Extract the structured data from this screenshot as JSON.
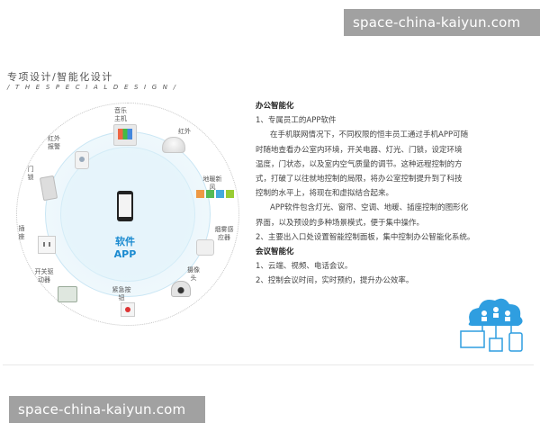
{
  "watermarks": {
    "top": "space-china-kaiyun.com",
    "bottom": "space-china-kaiyun.com"
  },
  "heading": {
    "cn": "专项设计/智能化设计",
    "en": "/ T H E  S P E C I A L  D E S I G N /"
  },
  "diagram": {
    "center_label_line1": "软件",
    "center_label_line2": "APP",
    "nodes": {
      "music": "音乐主机",
      "infrared": "红外报警",
      "red_outside": "红外",
      "floor_heat": "地暖新风",
      "door_lock": "门锁",
      "smoke": "烟雾感应器",
      "socket": "插座",
      "switch": "开关驱动器",
      "camera": "摄像头",
      "emergency": "紧急按钮"
    }
  },
  "content": {
    "section1_title": "办公智能化",
    "item1": "1、专属员工的APP软件",
    "para1_lines": [
      "在手机联网情况下，不同权限的恒丰员工通过手机APP可随",
      "时随地查看办公室内环境，开关电器、灯光、门锁，设定环境",
      "温度，门状态，以及室内空气质量的调节。这种远程控制的方",
      "式，打破了以往就地控制的局限，将办公室控制提升到了科技",
      "控制的水平上，将现在和虚拟结合起来。"
    ],
    "para2_lines": [
      "APP软件包含灯光、窗帘、空调、地暖、插座控制的图形化",
      "界面，以及预设的多种场景模式，便于集中操作。"
    ],
    "item2": "2、主要出入口处设置智能控制面板，集中控制办公智能化系统。",
    "section2_title": "会议智能化",
    "meeting_item1": "1、云端、视频、电话会议。",
    "meeting_item2": "2、控制会议时间，实时预约，提升办公效率。"
  },
  "colors": {
    "accent_blue": "#1a8ad0",
    "cloud_blue": "#2f9ee0"
  }
}
